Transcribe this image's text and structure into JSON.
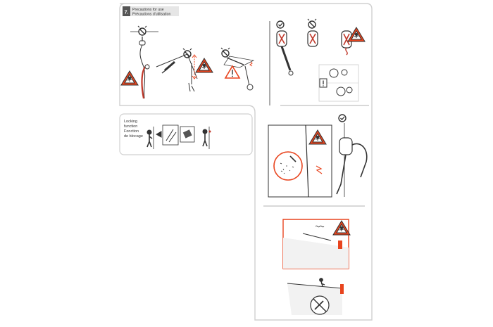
{
  "section": {
    "number": "7.",
    "title_en": "Precautions for use",
    "title_fr": "Précautions d'utilisation"
  },
  "locking": {
    "label_en_1": "Locking",
    "label_en_2": "function",
    "label_fr_1": "Fonction",
    "label_fr_2": "de blocage"
  },
  "icons": {
    "danger": "danger-triangle-icon",
    "warning": "exclamation-triangle-icon",
    "forbidden": "forbidden-circle-icon",
    "caution_square": "exclamation-square-icon"
  },
  "colors": {
    "accent": "#e8441e",
    "header_bg": "#555555",
    "line": "#333333",
    "frame": "#d0d0d0"
  }
}
